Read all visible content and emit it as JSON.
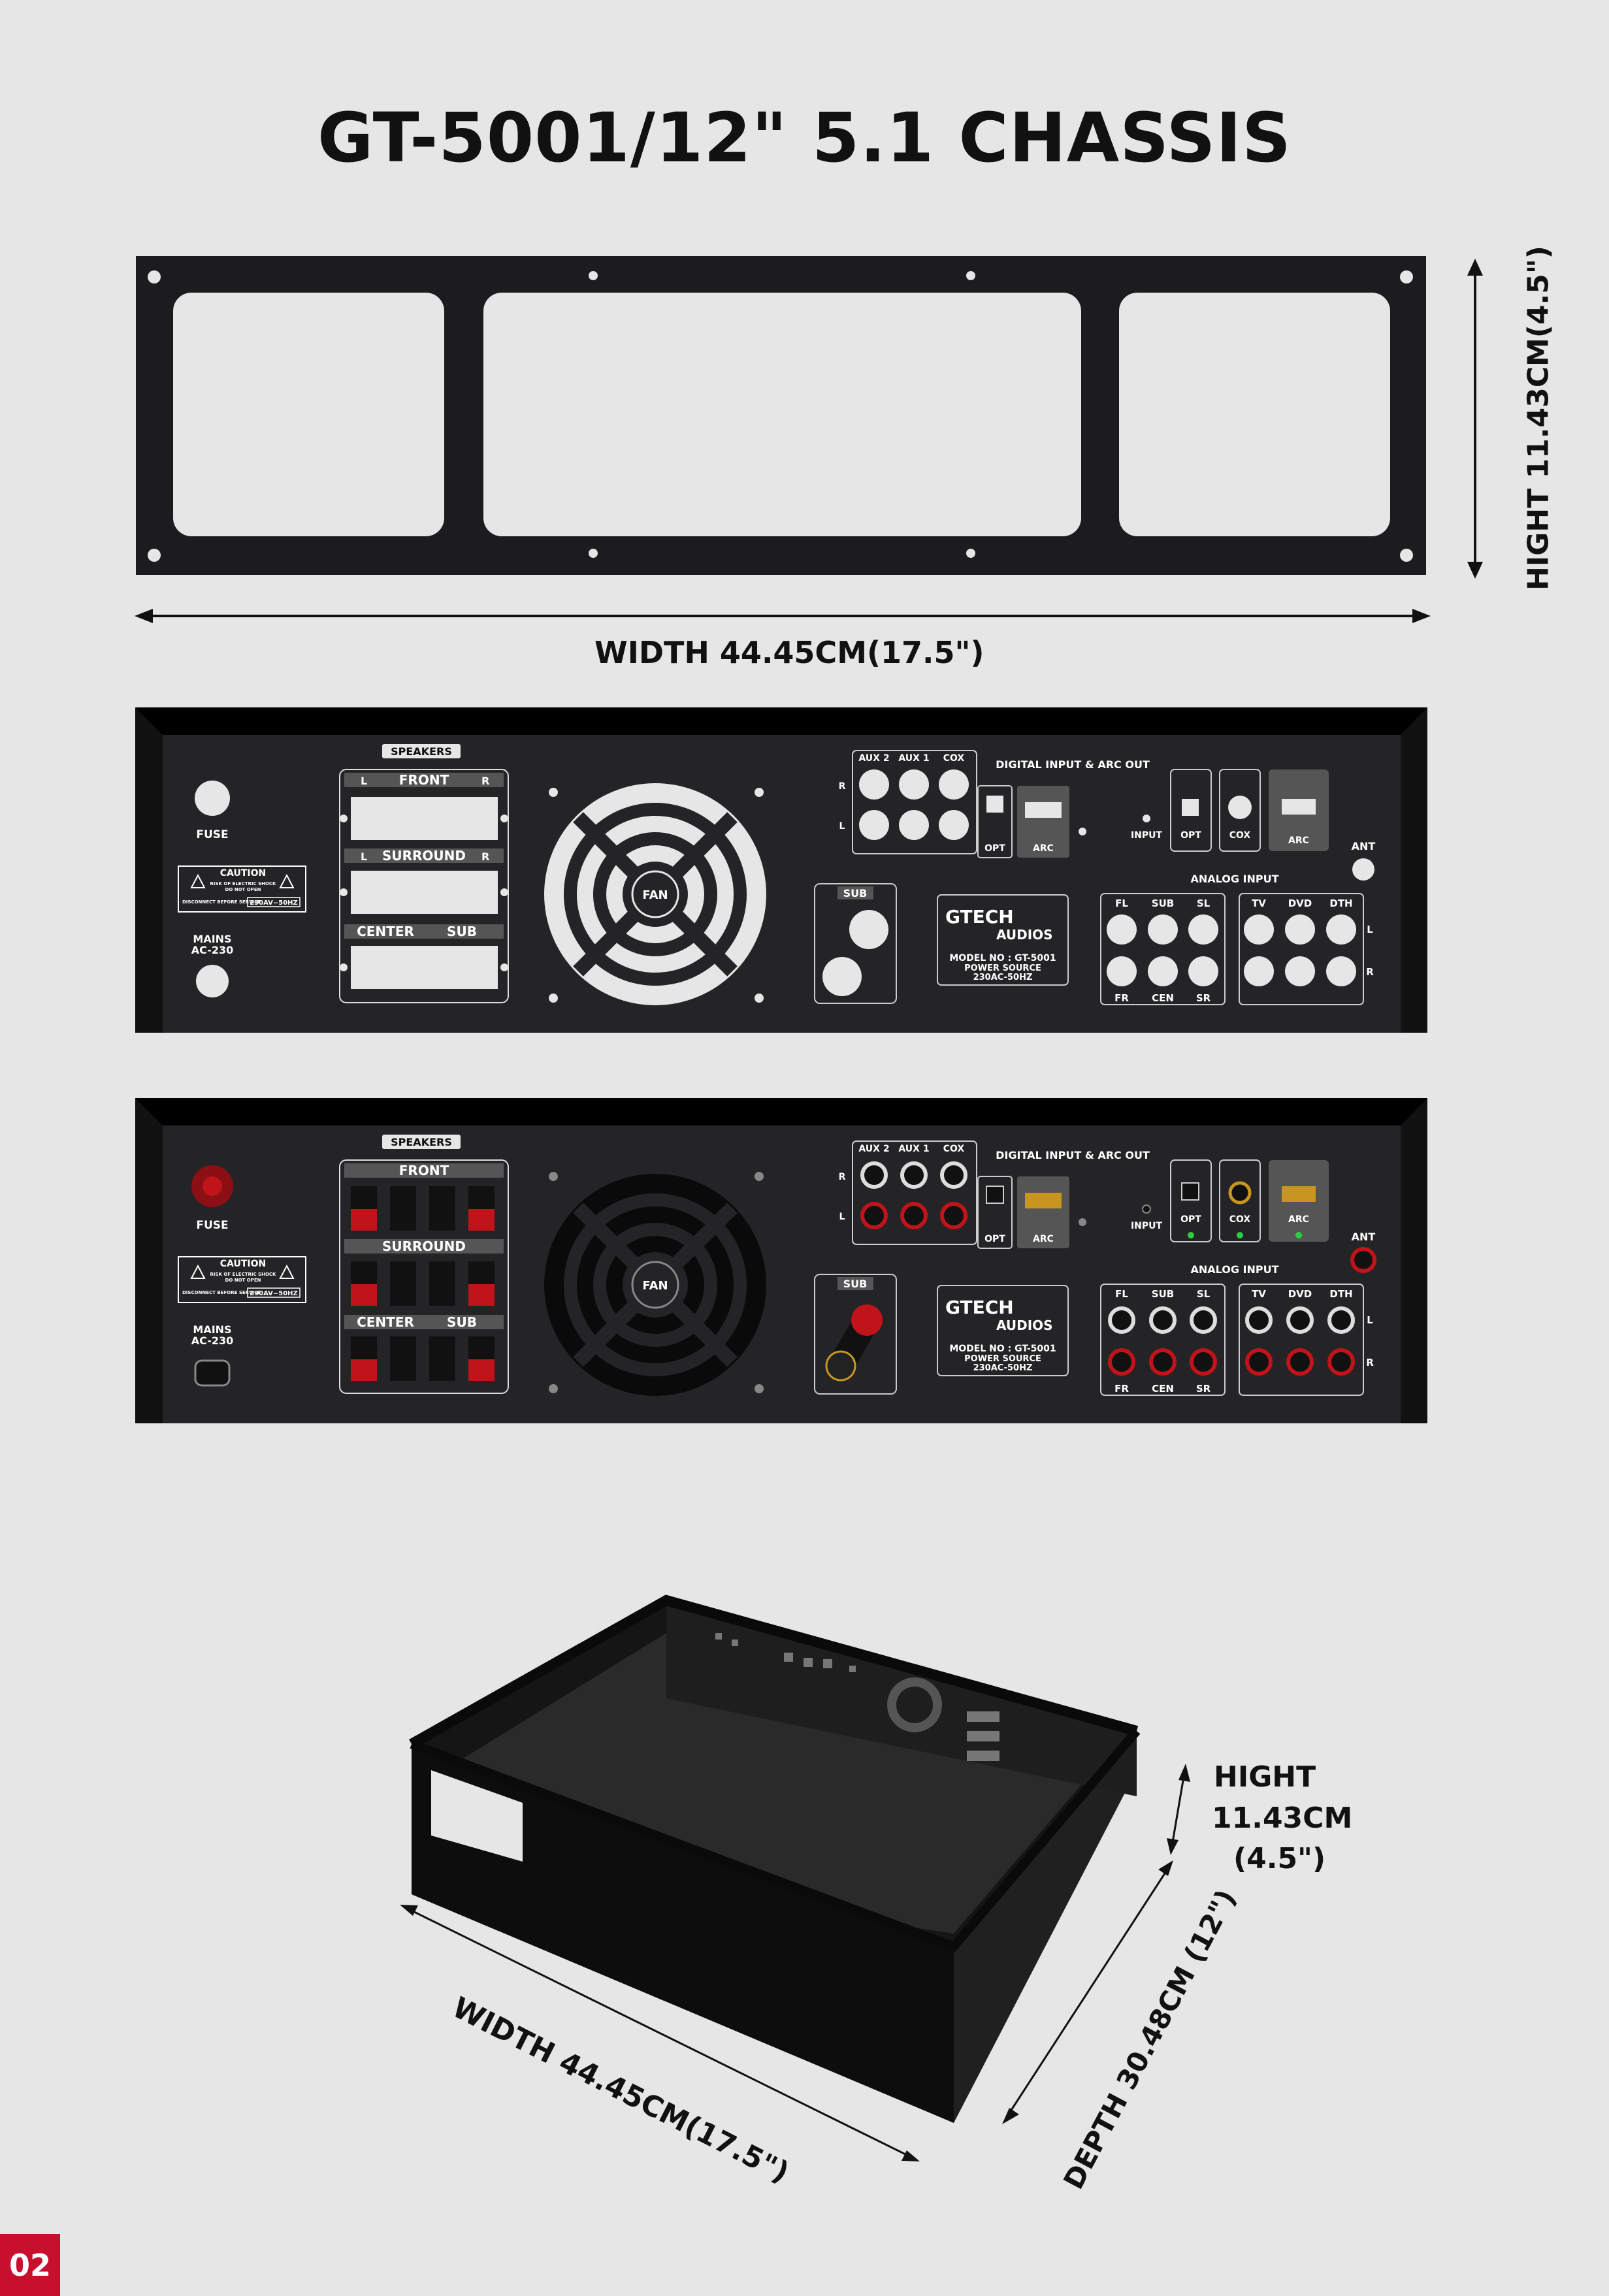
{
  "title": "GT-5001/12\" 5.1 CHASSIS",
  "front_panel": {
    "height_label": "HIGHT 11.43CM(4.5\")",
    "width_label": "WIDTH 44.45CM(17.5\")"
  },
  "rear_panel": {
    "speakers": "SPEAKERS",
    "front": "FRONT",
    "surround": "SURROUND",
    "center": "CENTER",
    "sub": "SUB",
    "l": "L",
    "r": "R",
    "fuse": "FUSE",
    "mains": "MAINS",
    "mains_voltage": "AC-230",
    "fan": "FAN",
    "caution": "CAUTION",
    "caution_line1": "RISK OF ELECTRIC SHOCK",
    "caution_line2": "DO NOT OPEN",
    "disconnect": "DISCONNECT BEFORE SERVICE",
    "caution_voltage": "230AV~50HZ",
    "aux2": "AUX 2",
    "aux1": "AUX 1",
    "cox": "COX",
    "opt": "OPT",
    "arc": "ARC",
    "input": "INPUT",
    "ant": "ANT",
    "digital_input": "DIGITAL INPUT & ARC OUT",
    "analog_input": "ANALOG INPUT",
    "brand1": "GTECH",
    "brand2": "AUDIOS",
    "model": "MODEL NO : GT-5001",
    "power_source": "POWER SOURCE",
    "power_rating": "230AC-50HZ",
    "fl": "FL",
    "sub_ch": "SUB",
    "sl": "SL",
    "fr": "FR",
    "cen": "CEN",
    "sr": "SR",
    "tv": "TV",
    "dvd": "DVD",
    "dth": "DTH"
  },
  "iso_view": {
    "height_label_1": "HIGHT",
    "height_label_2": "11.43CM",
    "height_label_3": "(4.5\")",
    "depth_label": "DEPTH 30.48CM (12\")",
    "width_label": "WIDTH 44.45CM(17.5\")"
  },
  "page_number": "02",
  "colors": {
    "panel": "#1c1c1e",
    "cutout": "#e6e6e6",
    "accent": "#c8102e",
    "plug_red": "#c0141a"
  }
}
